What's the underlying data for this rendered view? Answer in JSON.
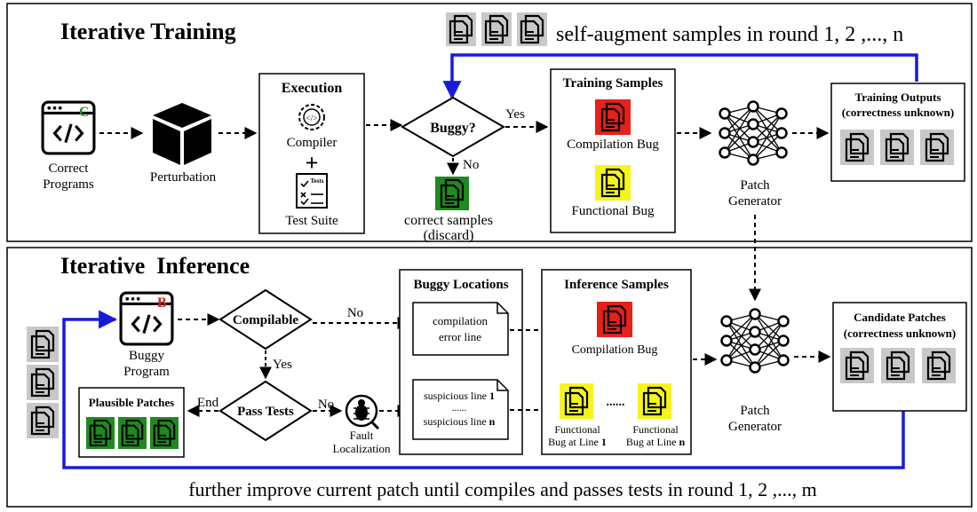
{
  "training": {
    "title": "Iterative Training",
    "augment_caption": "self-augment samples in round 1, 2 ,..., n",
    "correct_programs_badge": "C",
    "correct_programs_label": [
      "Correct",
      "Programs"
    ],
    "perturbation_label": "Perturbation",
    "execution_title": "Execution",
    "compiler_label": "Compiler",
    "plus_sign": "+",
    "tests_icon_label": "Tests",
    "test_suite_label": "Test Suite",
    "buggy_decision": "Buggy?",
    "yes_label": "Yes",
    "no_label": "No",
    "correct_samples_label": [
      "correct samples",
      "(discard)"
    ],
    "training_samples_title": "Training Samples",
    "compilation_bug_label": "Compilation Bug",
    "functional_bug_label": "Functional Bug",
    "patch_generator_label": [
      "Patch",
      "Generator"
    ],
    "outputs_title": [
      "Training Outputs",
      "(correctness unknown)"
    ]
  },
  "inference": {
    "title": "Iterative  Inference",
    "buggy_program_badge": "B",
    "buggy_program_label": [
      "Buggy",
      "Program"
    ],
    "compilable_decision": "Compilable",
    "pass_tests_decision": "Pass Tests",
    "yes_label": "Yes",
    "no_label_compile": "No",
    "no_label_tests": "No",
    "end_label": "End",
    "plausible_patches_title": "Plausible Patches",
    "fault_localization_label": [
      "Fault",
      "Localization"
    ],
    "buggy_locations_title": "Buggy Locations",
    "compilation_error_line": [
      "compilation",
      "error line"
    ],
    "suspicious_line_1_prefix": "suspicious line ",
    "suspicious_line_1_num": "1",
    "suspicious_dots": "......",
    "suspicious_line_n_prefix": "suspicious line ",
    "suspicious_line_n_num": "n",
    "inference_samples_title": "Inference Samples",
    "compilation_bug_label": "Compilation Bug",
    "functional_bug_1": [
      "Functional",
      "Bug at Line ",
      "1"
    ],
    "functional_bug_n": [
      "Functional",
      "Bug at Line ",
      "n"
    ],
    "ellipsis": "......",
    "patch_generator_label": [
      "Patch",
      "Generator"
    ],
    "candidate_title": [
      "Candidate Patches",
      "(correctness unknown)"
    ],
    "improve_caption": "further improve current patch until compiles and passes tests in round 1, 2 ,..., m"
  },
  "colors": {
    "loop_arrow": "#1a1adb",
    "compilation_bug": "#e8201a",
    "functional_bug": "#f5f51a",
    "correct_sample": "#1f8a1f",
    "neutral_sample": "#c8c8c8",
    "badge_c": "#1f8a1f",
    "badge_b": "#d42020",
    "line_number": "#1a1adb"
  }
}
